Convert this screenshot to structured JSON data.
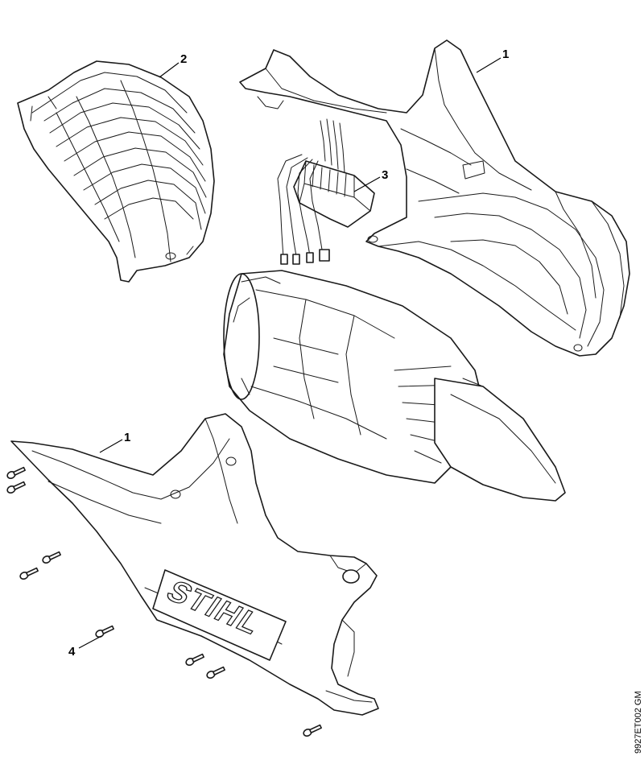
{
  "callouts": {
    "c1_top": "1",
    "c2": "2",
    "c3": "3",
    "c1_bottom": "1",
    "c4": "4"
  },
  "brand_logo": "STIHL",
  "drawing_code": "9927ET002 GM",
  "colors": {
    "line": "#1a1a1a",
    "background": "#ffffff"
  }
}
